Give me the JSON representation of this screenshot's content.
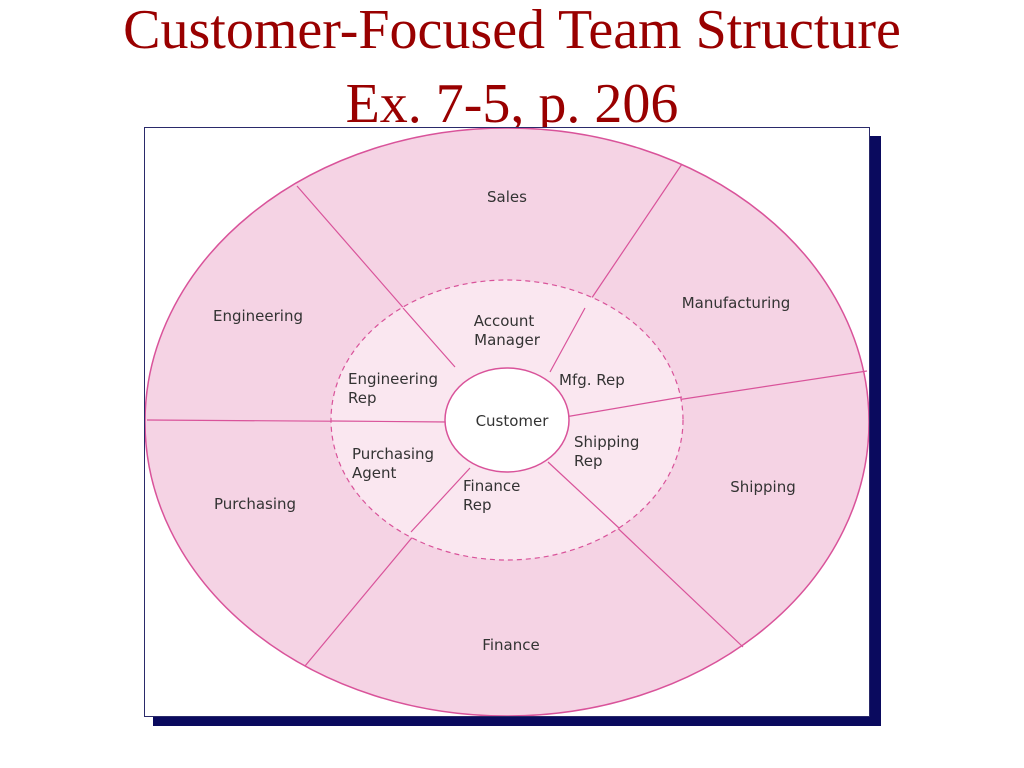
{
  "title": {
    "line1": "Customer-Focused Team Structure",
    "line2": "Ex. 7-5, p. 206"
  },
  "diagram": {
    "center": "Customer",
    "outer_ring": {
      "sales": "Sales",
      "manufacturing": "Manufacturing",
      "shipping": "Shipping",
      "finance": "Finance",
      "purchasing": "Purchasing",
      "engineering": "Engineering"
    },
    "inner_ring": {
      "account_manager": [
        "Account",
        "Manager"
      ],
      "mfg_rep": "Mfg. Rep",
      "shipping_rep": [
        "Shipping",
        "Rep"
      ],
      "finance_rep": [
        "Finance",
        "Rep"
      ],
      "purchasing_agent": [
        "Purchasing",
        "Agent"
      ],
      "engineering_rep": [
        "Engineering",
        "Rep"
      ]
    },
    "colors": {
      "outer_fill": "#f5d3e4",
      "inner_fill": "#fae7f0",
      "line": "#d9539a",
      "text": "#333333"
    }
  }
}
